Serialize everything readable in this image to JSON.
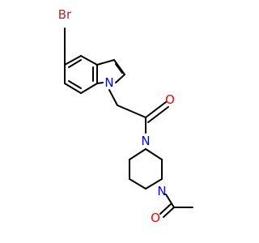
{
  "structure": {
    "atoms": {
      "br": {
        "label": "Br",
        "color": "#a52a2a"
      },
      "n_indole": {
        "label": "N",
        "color": "#0000ff"
      },
      "o_ketone": {
        "label": "O",
        "color": "#ff0000"
      },
      "n_amide": {
        "label": "N",
        "color": "#0000ff"
      },
      "n_acetyl": {
        "label": "N",
        "color": "#0000ff"
      },
      "o_acetyl": {
        "label": "O",
        "color": "#ff0000"
      }
    }
  }
}
